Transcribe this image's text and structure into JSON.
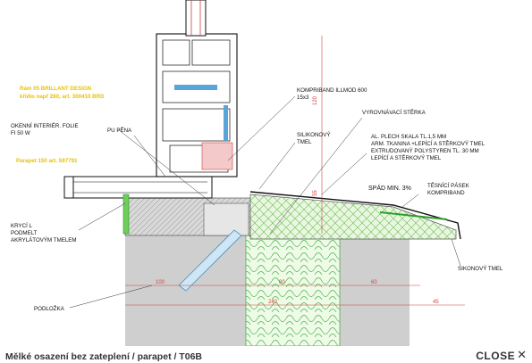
{
  "caption": "Mělké osazení bez zateplení / parapet / T06B",
  "close_label": "CLOSE",
  "close_icon": "✕",
  "drawing": {
    "yellow_labels": [
      "Rám 05 BRILLANT DESIGN",
      "křídlo  např 280, art. 300410 BRD",
      "Parapet 150 art. 597791"
    ],
    "labels": {
      "okenni": [
        "OKENNÍ INTERIÉR. FOLIE",
        "FI 50 W"
      ],
      "pu_pena": "PU PĚNA",
      "kompriband": [
        "KOMPRIBAND ILLMOD 600",
        "15x3"
      ],
      "silikonovy_top": [
        "SILIKONOVÝ",
        "TMEL"
      ],
      "vyrovnavaci": "VYROVNÁVACÍ STĚRKA",
      "layers": [
        "AL. PLECH SKALA TL.1,5 MM",
        "ARM. TKANINA +LEPÍCÍ A STĚRKOVÝ TMEL",
        "EXTRUDOVANÝ POLYSTYREN TL. 30 MM",
        "LEPÍCÍ A STĚRKOVÝ TMEL"
      ],
      "spad": "SPÁD MIN. 3%",
      "tesnici": [
        "TĚSNÍCÍ PÁSEK",
        "KOMPRIBAND"
      ],
      "kryci": [
        "KRYCÍ  L",
        "PODMELT",
        "AKRYLÁTOVÝM TMELEM"
      ],
      "podlozka": "PODLOŽKA",
      "sikonovy": "SIKONOVÝ TMEL"
    },
    "dimensions": {
      "d120": "120",
      "d55": "55",
      "d100": "100",
      "d80": "80",
      "d60": "60",
      "d240": "240",
      "d45": "45"
    }
  }
}
